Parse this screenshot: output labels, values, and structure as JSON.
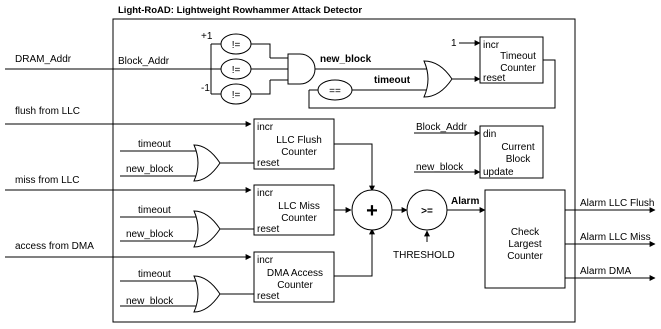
{
  "title": "Light-RoAD: Lightweight Rowhammer Attack Detector",
  "inputs": {
    "dram_addr": "DRAM_Addr",
    "flush": "flush from LLC",
    "miss": "miss from LLC",
    "access": "access from DMA"
  },
  "block_addr": "Block_Addr",
  "comparators": {
    "plus_one": "+1",
    "minus_one": "-1",
    "neq": "!=",
    "eq": "=="
  },
  "signals": {
    "new_block": "new_block",
    "timeout": "timeout",
    "one": "1",
    "threshold": "THRESHOLD",
    "alarm": "Alarm"
  },
  "ports": {
    "incr": "incr",
    "reset": "reset",
    "din": "din",
    "update": "update"
  },
  "blocks": {
    "timeout_counter": [
      "Timeout",
      "Counter"
    ],
    "llc_flush_counter": [
      "LLC Flush",
      "Counter"
    ],
    "llc_miss_counter": [
      "LLC Miss",
      "Counter"
    ],
    "dma_access_counter": [
      "DMA Access",
      "Counter"
    ],
    "current_block": [
      "Current",
      "Block"
    ],
    "check_largest_counter": [
      "Check",
      "Largest",
      "Counter"
    ]
  },
  "operators": {
    "add": "+",
    "ge": ">="
  },
  "outputs": {
    "alarm_flush": "Alarm LLC Flush",
    "alarm_miss": "Alarm LLC Miss",
    "alarm_dma": "Alarm DMA"
  }
}
